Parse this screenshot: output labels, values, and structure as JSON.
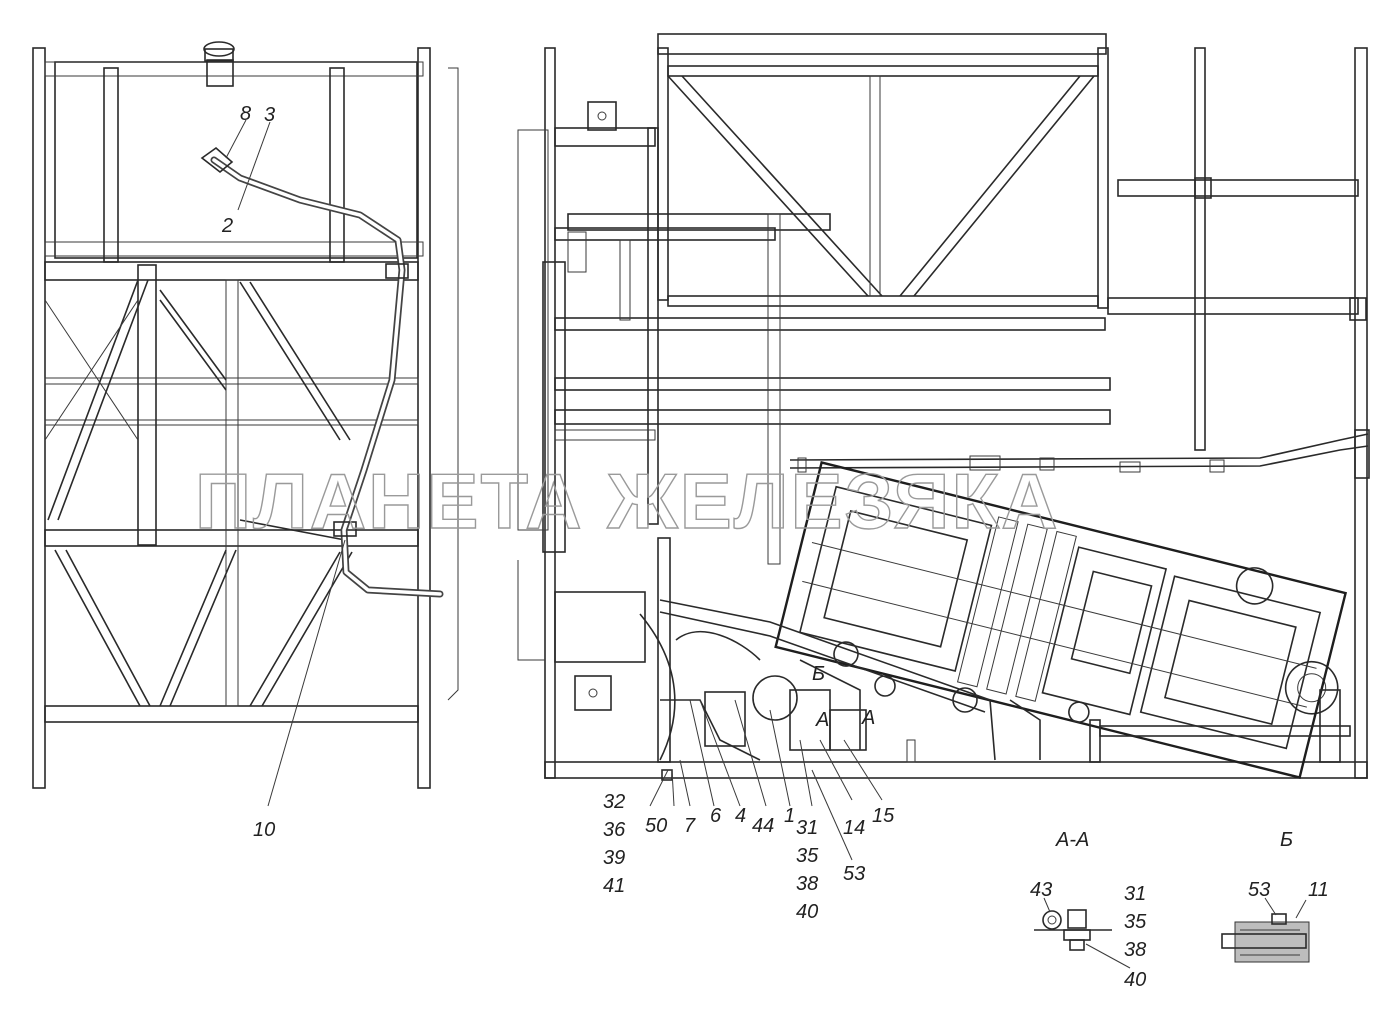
{
  "watermark": "ПЛАНЕТА ЖЕЛЕЗЯКА",
  "callouts": {
    "left": [
      "8",
      "3",
      "2",
      "10"
    ],
    "bottom_group_1": [
      "32",
      "36",
      "39",
      "41"
    ],
    "bottom_row": [
      "50",
      "7",
      "6",
      "4",
      "44",
      "1"
    ],
    "bottom_group_2": [
      "31",
      "35",
      "38",
      "40"
    ],
    "bottom_misc": [
      "53",
      "14",
      "15"
    ],
    "view_markers": [
      "Б",
      "А",
      "А"
    ]
  },
  "section_a": {
    "title": "А-А",
    "labels": [
      "43",
      "31",
      "35",
      "38",
      "40"
    ]
  },
  "section_b": {
    "title": "Б",
    "labels": [
      "53",
      "11"
    ]
  }
}
